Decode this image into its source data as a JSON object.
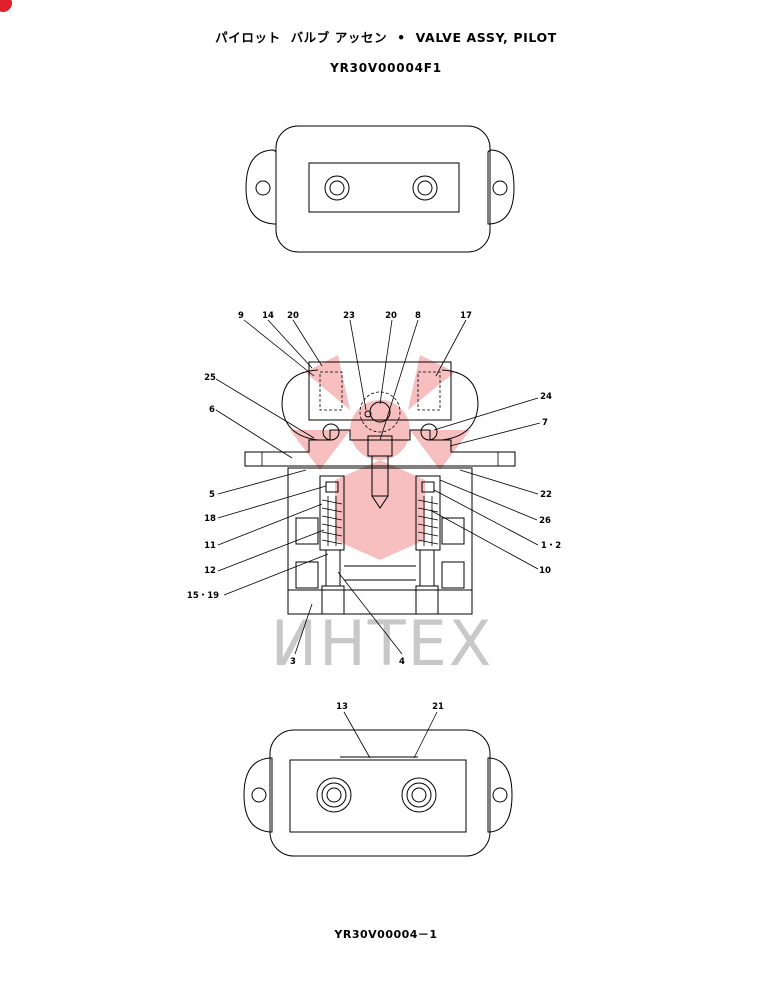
{
  "title": "パイロット  バルブ アッセン  •  VALVE ASSY, PILOT",
  "part_code": "YR30V00004F1",
  "footer_code": "YR30V00004－1",
  "watermark": "ИНТЕХ",
  "colors": {
    "watermark_red": "#f08a8a",
    "accent_red": "#e0202a"
  },
  "section_view_labels": [
    "9",
    "14",
    "20",
    "23",
    "20",
    "8",
    "17",
    "25",
    "6",
    "24",
    "7",
    "5",
    "18",
    "11",
    "12",
    "15・19",
    "22",
    "26",
    "1・2",
    "10",
    "3",
    "4"
  ],
  "bottom_view_labels": [
    "13",
    "21"
  ]
}
